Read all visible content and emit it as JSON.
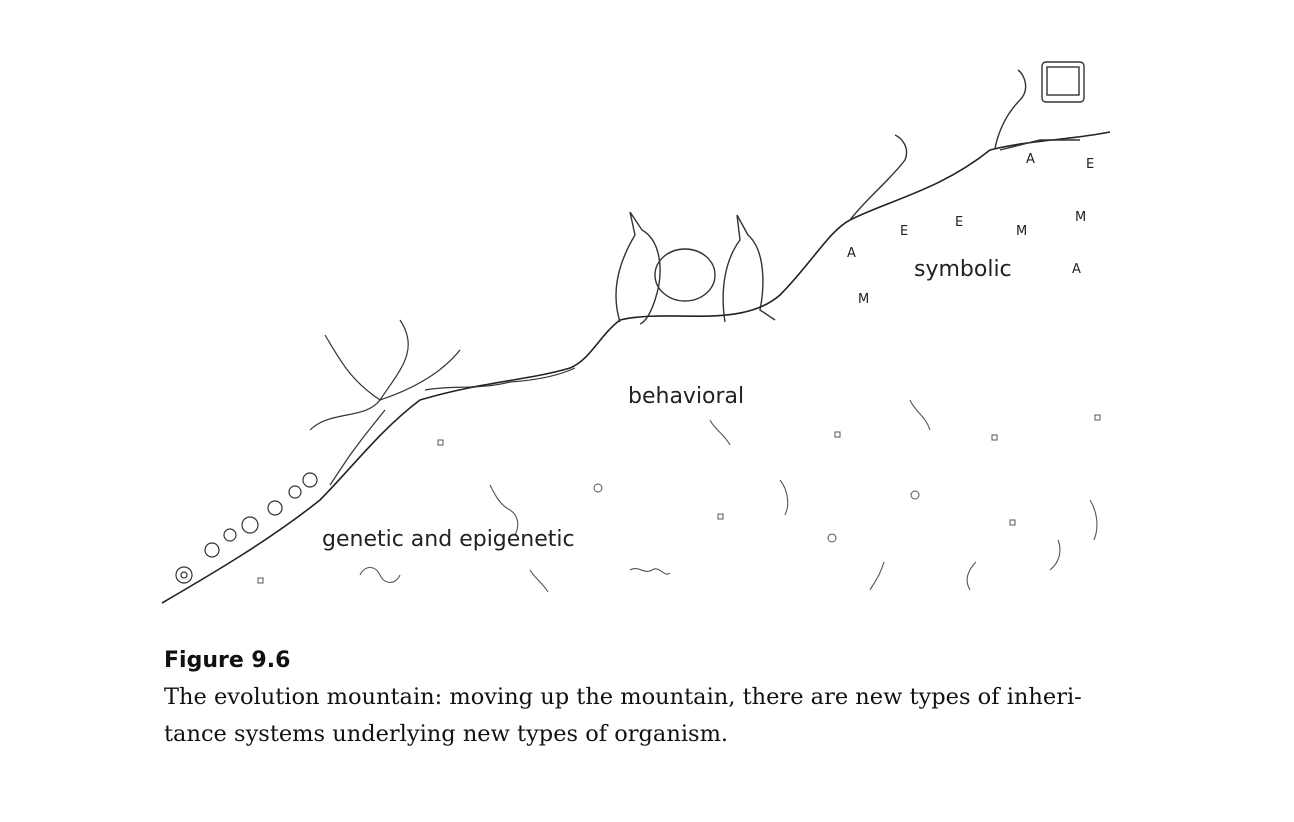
{
  "figure": {
    "regions": {
      "genetic": "genetic and epigenetic",
      "behavioral": "behavioral",
      "symbolic": "symbolic"
    },
    "letters": [
      "A",
      "E",
      "E",
      "M",
      "M",
      "M",
      "A",
      "A",
      "E"
    ],
    "number": "Figure 9.6",
    "caption": "The evolution mountain: moving up the mountain, there are new types of inheri- tance systems underlying new types of organism."
  }
}
